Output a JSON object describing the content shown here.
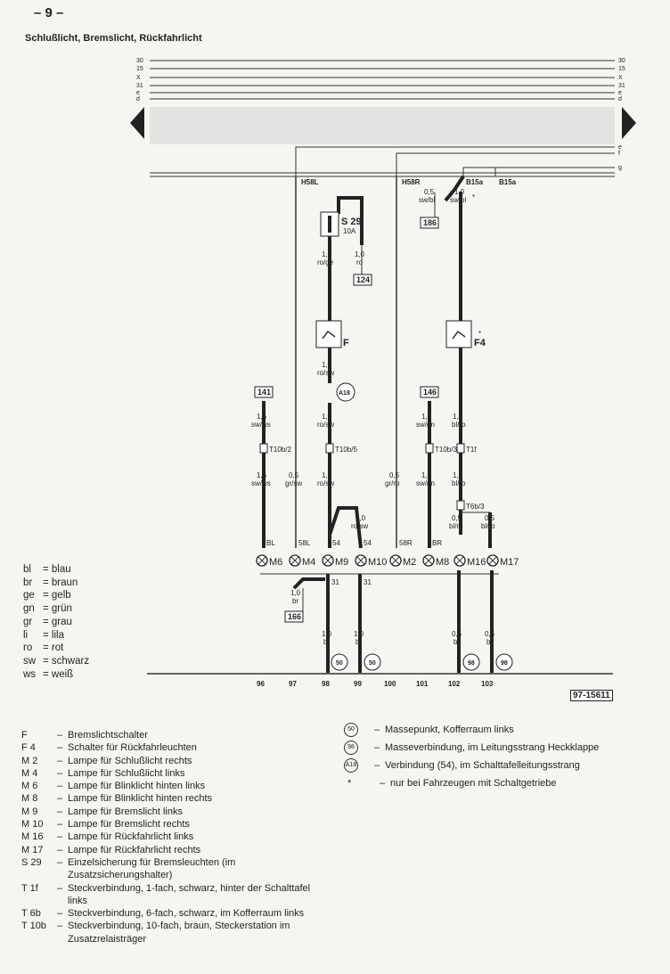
{
  "page": {
    "number": "– 9 –",
    "title": "Schlußlicht, Bremslicht, Rückfahrlicht",
    "drawing_id": "97-15611"
  },
  "bus": {
    "top": [
      "30",
      "15",
      "X",
      "31",
      "e",
      "d"
    ],
    "side": [
      "e",
      "f",
      "g"
    ]
  },
  "taps": {
    "h58l": "H58L",
    "h58r": "H58R",
    "b15a_1": "B15a",
    "b15a_2": "B15a"
  },
  "fuse": {
    "name": "S 29",
    "rating": "10A"
  },
  "switches": {
    "f": "F",
    "f4": "F4",
    "star": "*"
  },
  "boxes": {
    "b186": "186",
    "b124": "124",
    "b141": "141",
    "b146": "146",
    "b166": "166"
  },
  "connectors": {
    "a18": "A18",
    "t10b2": "T10b/2",
    "t10b5": "T10b/5",
    "t10b3": "T10b/3",
    "t1f": "T1f",
    "t6b3": "T6b/3"
  },
  "wires": {
    "w1": [
      "0,5",
      "sw/bl"
    ],
    "w2": [
      "1,0",
      "sw/bl"
    ],
    "w3": [
      "1,0",
      "ro/ge"
    ],
    "w4": [
      "1,0",
      "ro"
    ],
    "w5": [
      "1,0",
      "ro/sw"
    ],
    "w6": [
      "1,0",
      "ro/sw"
    ],
    "w7": [
      "1,5",
      "sw/ws"
    ],
    "w8": [
      "1,5",
      "sw/gn"
    ],
    "w9": [
      "1,0",
      "bl/ro"
    ],
    "w10": [
      "1,5",
      "sw/ws"
    ],
    "w11": [
      "0,5",
      "gr/sw"
    ],
    "w12": [
      "1,0",
      "ro/sw"
    ],
    "w13": [
      "0,5",
      "gr/ro"
    ],
    "w14": [
      "1,5",
      "sw/gn"
    ],
    "w15": [
      "1,0",
      "bl/ro"
    ],
    "w16": [
      "1,0",
      "ro/sw"
    ],
    "w17": [
      "0,5",
      "bl/ro"
    ],
    "w18": [
      "0,5",
      "bl/ro"
    ],
    "w19": [
      "1,0",
      "br"
    ],
    "w20": [
      "1,0",
      "br"
    ],
    "w21": [
      "1,0",
      "br"
    ],
    "w22": [
      "0,5",
      "br"
    ],
    "w23": [
      "0,5",
      "br"
    ]
  },
  "pins": {
    "bl": "BL",
    "l58": "58L",
    "p54a": "54",
    "p54b": "54",
    "r58": "58R",
    "br": "BR",
    "p31a": "31",
    "p31b": "31"
  },
  "lamps": {
    "m6": "M6",
    "m4": "M4",
    "m9": "M9",
    "m10": "M10",
    "m2": "M2",
    "m8": "M8",
    "m16": "M16",
    "m17": "M17"
  },
  "grounds": {
    "g50a": "50",
    "g50b": "50",
    "g98a": "98",
    "g98b": "98"
  },
  "tracks": [
    "96",
    "97",
    "98",
    "99",
    "100",
    "101",
    "102",
    "103"
  ],
  "colors": [
    [
      "bl",
      "= blau"
    ],
    [
      "br",
      "= braun"
    ],
    [
      "ge",
      "= gelb"
    ],
    [
      "gn",
      "= grün"
    ],
    [
      "gr",
      "= grau"
    ],
    [
      "li",
      "= lila"
    ],
    [
      "ro",
      "= rot"
    ],
    [
      "sw",
      "= schwarz"
    ],
    [
      "ws",
      "= weiß"
    ]
  ],
  "legend": [
    [
      "F",
      "Bremslichtschalter"
    ],
    [
      "F 4",
      "Schalter für Rückfahrleuchten"
    ],
    [
      "M 2",
      "Lampe für Schlußlicht rechts"
    ],
    [
      "M 4",
      "Lampe für Schlußlicht links"
    ],
    [
      "M 6",
      "Lampe für Blinklicht hinten links"
    ],
    [
      "M 8",
      "Lampe für Blinklicht hinten rechts"
    ],
    [
      "M 9",
      "Lampe für Bremslicht links"
    ],
    [
      "M 10",
      "Lampe für Bremslicht rechts"
    ],
    [
      "M 16",
      "Lampe für Rückfahrlicht links"
    ],
    [
      "M 17",
      "Lampe für Rückfahrlicht rechts"
    ],
    [
      "S 29",
      "Einzelsicherung für Bremsleuchten (im Zusatzsicherungshalter)"
    ],
    [
      "T 1f",
      "Steckverbindung, 1-fach, schwarz, hinter der Schalttafel links"
    ],
    [
      "T 6b",
      "Steckverbindung, 6-fach, schwarz, im Kofferraum links"
    ],
    [
      "T 10b",
      "Steckverbindung, 10-fach, braun, Steckerstation im Zusatzrelaisträger"
    ]
  ],
  "legend_right": [
    [
      "50",
      "Massepunkt, Kofferraum links"
    ],
    [
      "98",
      "Masseverbindung, im Leitungsstrang Heckklappe"
    ],
    [
      "A18",
      "Verbindung (54), im Schalttafelleitungsstrang"
    ],
    [
      "*",
      "nur bei Fahrzeugen mit Schaltgetriebe"
    ]
  ]
}
